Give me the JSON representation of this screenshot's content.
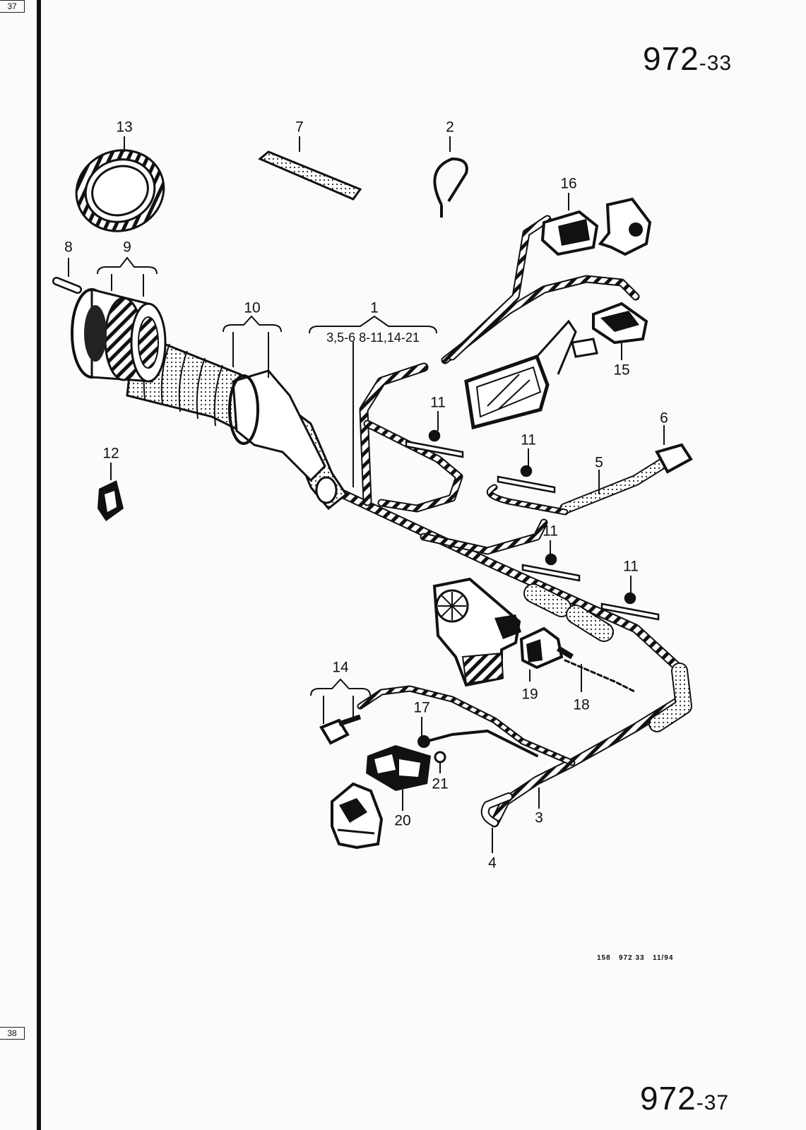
{
  "page": {
    "top_number_main": "972",
    "top_number_sub": "-33",
    "bottom_number_main": "972",
    "bottom_number_sub": "-37",
    "footer_code": "158   972 33   11/94",
    "left_tab_top": "37",
    "left_tab_bottom": "38"
  },
  "callouts": {
    "c1": "1",
    "c1_range": "3,5-6 8-11,14-21",
    "c2": "2",
    "c3": "3",
    "c4": "4",
    "c5": "5",
    "c6": "6",
    "c7": "7",
    "c8": "8",
    "c9": "9",
    "c10": "10",
    "c11a": "11",
    "c11b": "11",
    "c11c": "11",
    "c11d": "11",
    "c12": "12",
    "c13": "13",
    "c14": "14",
    "c15": "15",
    "c16": "16",
    "c17": "17",
    "c18": "18",
    "c19": "19",
    "c20": "20",
    "c21": "21"
  }
}
